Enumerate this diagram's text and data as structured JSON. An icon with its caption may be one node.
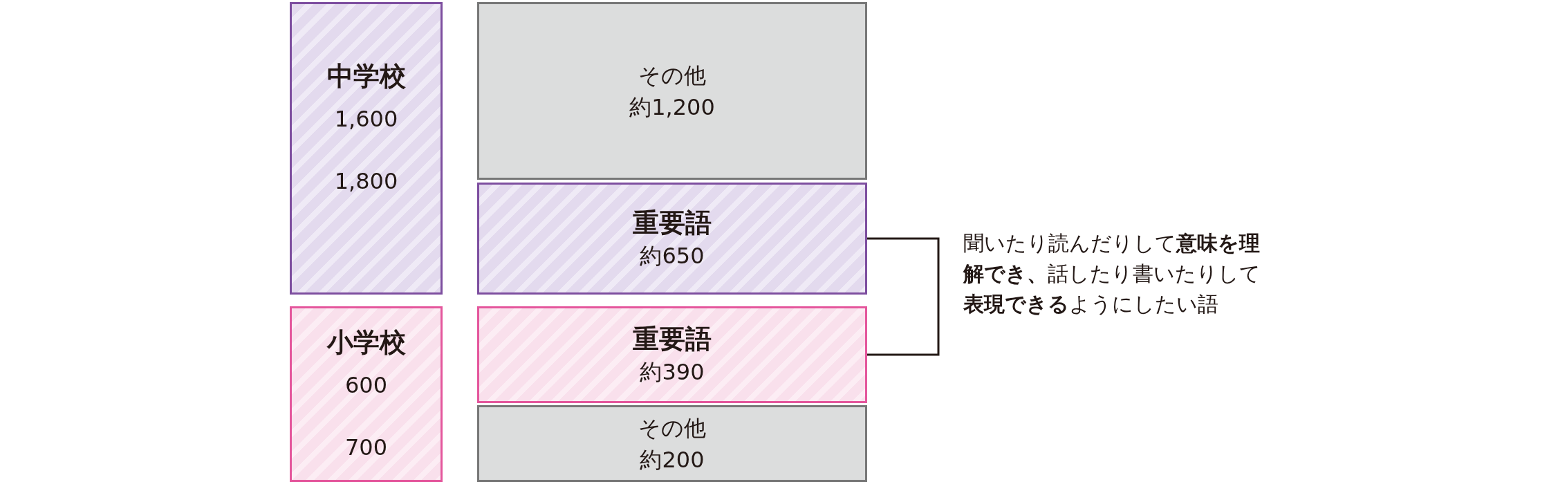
{
  "diagram": {
    "nodes": [
      {
        "text": [
          "中学校",
          "1,600",
          "1,800"
        ]
      },
      {
        "text": [
          "その他",
          "約1,200"
        ]
      },
      {
        "text": [
          "重要語",
          "約650"
        ]
      },
      {
        "text": [
          "小学校",
          "600",
          "700"
        ]
      },
      {
        "text": [
          "重要語",
          "約390"
        ]
      },
      {
        "text": [
          "その他",
          "約200"
        ]
      },
      {
        "text": [
          "聞いたり読んだりして**意味を理解でき、**話したり書いたりして**表現できる**ようにしたい語"
        ]
      }
    ],
    "edges": [
      {
        "from": 2,
        "to": 6,
        "arrow": "none"
      },
      {
        "from": 4,
        "to": 6,
        "arrow": "none"
      }
    ]
  }
}
